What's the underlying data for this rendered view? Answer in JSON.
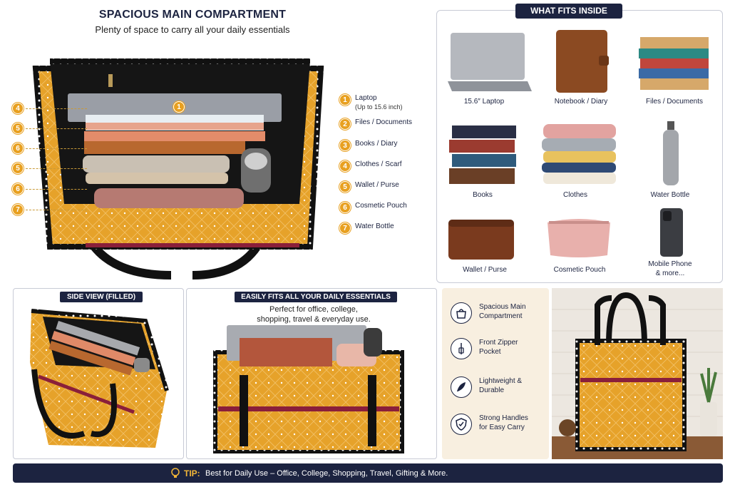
{
  "main": {
    "title": "SPACIOUS MAIN COMPARTMENT",
    "subtitle": "Plenty of space to carry all your daily essentials",
    "left_callouts": [
      "4",
      "5",
      "6",
      "5",
      "6",
      "7"
    ],
    "inside_callout": "1"
  },
  "legend": [
    {
      "num": "1",
      "label": "Laptop",
      "sub": "(Up to 15.6 inch)"
    },
    {
      "num": "2",
      "label": "Files / Documents",
      "sub": ""
    },
    {
      "num": "3",
      "label": "Books / Diary",
      "sub": ""
    },
    {
      "num": "4",
      "label": "Clothes / Scarf",
      "sub": ""
    },
    {
      "num": "5",
      "label": "Wallet / Purse",
      "sub": ""
    },
    {
      "num": "6",
      "label": "Cosmetic Pouch",
      "sub": ""
    },
    {
      "num": "7",
      "label": "Water Bottle",
      "sub": ""
    }
  ],
  "fits": {
    "title": "WHAT FITS INSIDE",
    "items": [
      {
        "label": "15.6″ Laptop",
        "icon": "laptop"
      },
      {
        "label": "Notebook / Diary",
        "icon": "notebook"
      },
      {
        "label": "Files / Documents",
        "icon": "files"
      },
      {
        "label": "Books",
        "icon": "books"
      },
      {
        "label": "Clothes",
        "icon": "clothes"
      },
      {
        "label": "Water Bottle",
        "icon": "water-bottle"
      },
      {
        "label": "Wallet / Purse",
        "icon": "wallet"
      },
      {
        "label": "Cosmetic Pouch",
        "icon": "cosmetic-pouch"
      },
      {
        "label": "Mobile Phone",
        "label2": "& more...",
        "icon": "mobile-phone"
      }
    ]
  },
  "side_view": {
    "title": "SIDE VIEW (FILLED)"
  },
  "essentials": {
    "title": "EASILY FITS ALL YOUR DAILY ESSENTIALS",
    "line1": "Perfect for office, college,",
    "line2": "shopping, travel & everyday use."
  },
  "features": [
    {
      "line1": "Spacious Main",
      "line2": "Compartment",
      "icon": "bag"
    },
    {
      "line1": "Front Zipper",
      "line2": "Pocket",
      "icon": "zipper"
    },
    {
      "line1": "Lightweight &",
      "line2": "Durable",
      "icon": "feather"
    },
    {
      "line1": "Strong Handles",
      "line2": "for Easy Carry",
      "icon": "shield-check"
    }
  ],
  "tip": {
    "label": "TIP:",
    "text": "Best for Daily Use – Office, College, Shopping, Travel, Gifting & More."
  },
  "colors": {
    "navy": "#1c2340",
    "mustard": "#e6a22a",
    "accent_orange": "#e8a020",
    "zipper_maroon": "#8a1f3a"
  }
}
